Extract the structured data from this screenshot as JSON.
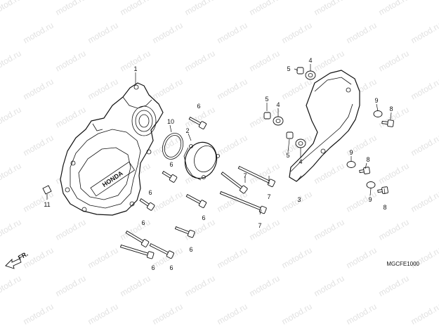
{
  "watermark": "motod.ru",
  "diagram_code": "MGCFE1000",
  "direction_label": "FR.",
  "brand_mark": "HONDA",
  "callouts": [
    {
      "id": "c1",
      "label": "1"
    },
    {
      "id": "c2",
      "label": "2"
    },
    {
      "id": "c3",
      "label": "3"
    },
    {
      "id": "c4a",
      "label": "4"
    },
    {
      "id": "c4b",
      "label": "4"
    },
    {
      "id": "c4c",
      "label": "4"
    },
    {
      "id": "c5a",
      "label": "5"
    },
    {
      "id": "c5b",
      "label": "5"
    },
    {
      "id": "c5c",
      "label": "5"
    },
    {
      "id": "c6a",
      "label": "6"
    },
    {
      "id": "c6b",
      "label": "6"
    },
    {
      "id": "c6c",
      "label": "6"
    },
    {
      "id": "c6d",
      "label": "6"
    },
    {
      "id": "c6e",
      "label": "6"
    },
    {
      "id": "c6f",
      "label": "6"
    },
    {
      "id": "c6g",
      "label": "6"
    },
    {
      "id": "c6h",
      "label": "6"
    },
    {
      "id": "c7a",
      "label": "7"
    },
    {
      "id": "c7b",
      "label": "7"
    },
    {
      "id": "c7c",
      "label": "7"
    },
    {
      "id": "c8a",
      "label": "8"
    },
    {
      "id": "c8b",
      "label": "8"
    },
    {
      "id": "c8c",
      "label": "8"
    },
    {
      "id": "c9a",
      "label": "9"
    },
    {
      "id": "c9b",
      "label": "9"
    },
    {
      "id": "c9c",
      "label": "9"
    },
    {
      "id": "c10",
      "label": "10"
    },
    {
      "id": "c11",
      "label": "11"
    }
  ]
}
